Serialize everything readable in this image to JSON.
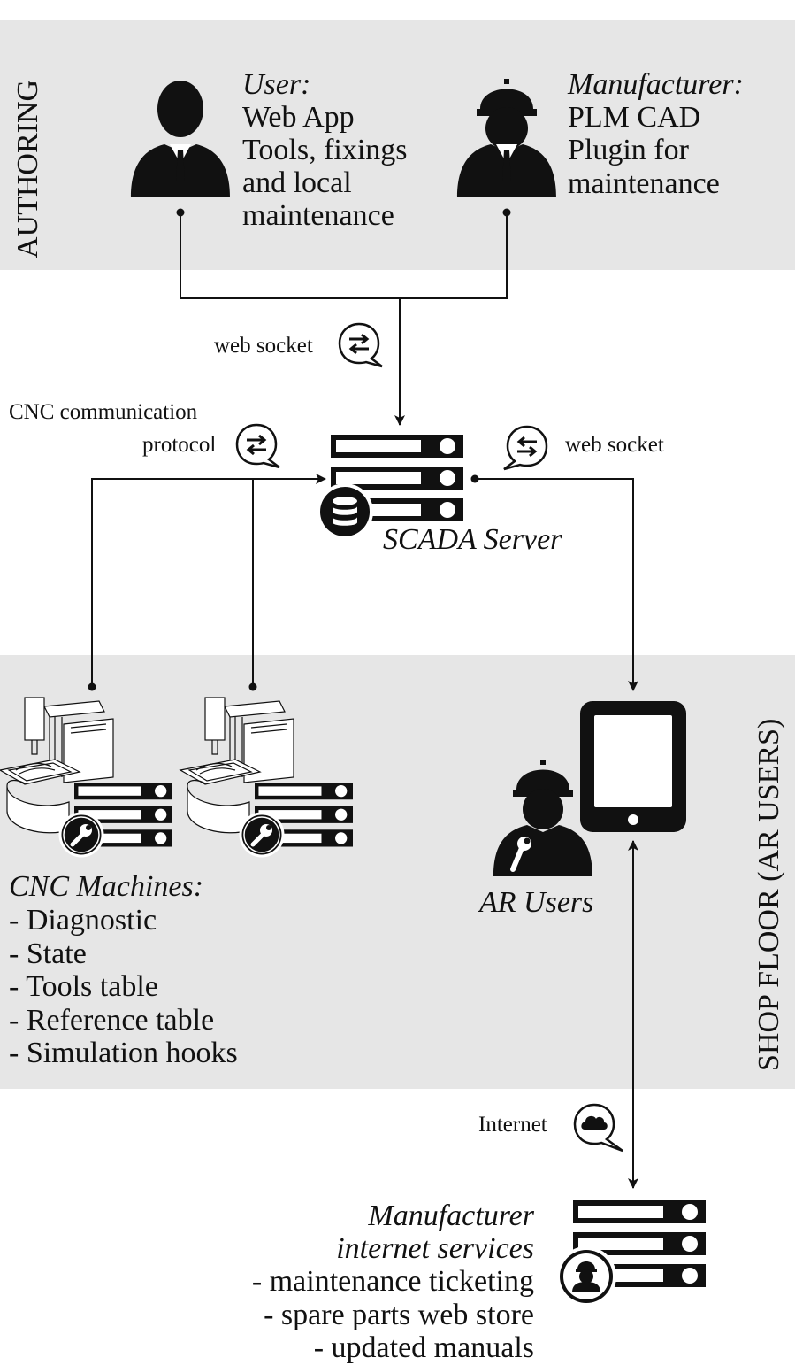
{
  "colors": {
    "band": "#e6e6e6",
    "ink": "#111111",
    "paper": "#ffffff"
  },
  "authoring": {
    "label": "AUTHORING",
    "user": {
      "title": "User:",
      "lines": [
        "Web App",
        "Tools, fixings",
        "and local",
        "maintenance"
      ],
      "icon": "user-person-icon"
    },
    "manufacturer": {
      "title": "Manufacturer:",
      "lines": [
        "PLM CAD",
        "Plugin for",
        "maintenance"
      ],
      "icon": "engineer-hardhat-icon"
    }
  },
  "connections": {
    "authoring_to_server": "web socket",
    "cnc_protocol": [
      "CNC communication",
      "protocol"
    ],
    "server_to_tablet": "web socket",
    "tablet_to_services": "Internet"
  },
  "server": {
    "label": "SCADA Server",
    "icon": "database-server-icon"
  },
  "shop_floor": {
    "label": "SHOP FLOOR (AR USERS)",
    "cnc": {
      "title": "CNC Machines:",
      "items": [
        "- Diagnostic",
        "- State",
        "- Tools table",
        "- Reference table",
        "- Simulation hooks"
      ],
      "icon": "cnc-machine-icon"
    },
    "ar_users": {
      "label": "AR Users",
      "icon": "ar-technician-icon",
      "device_icon": "tablet-icon"
    }
  },
  "services": {
    "title_lines": [
      "Manufacturer",
      "internet services"
    ],
    "items": [
      "- maintenance ticketing",
      "- spare parts web store",
      "- updated manuals"
    ],
    "icon": "manufacturer-server-icon"
  }
}
